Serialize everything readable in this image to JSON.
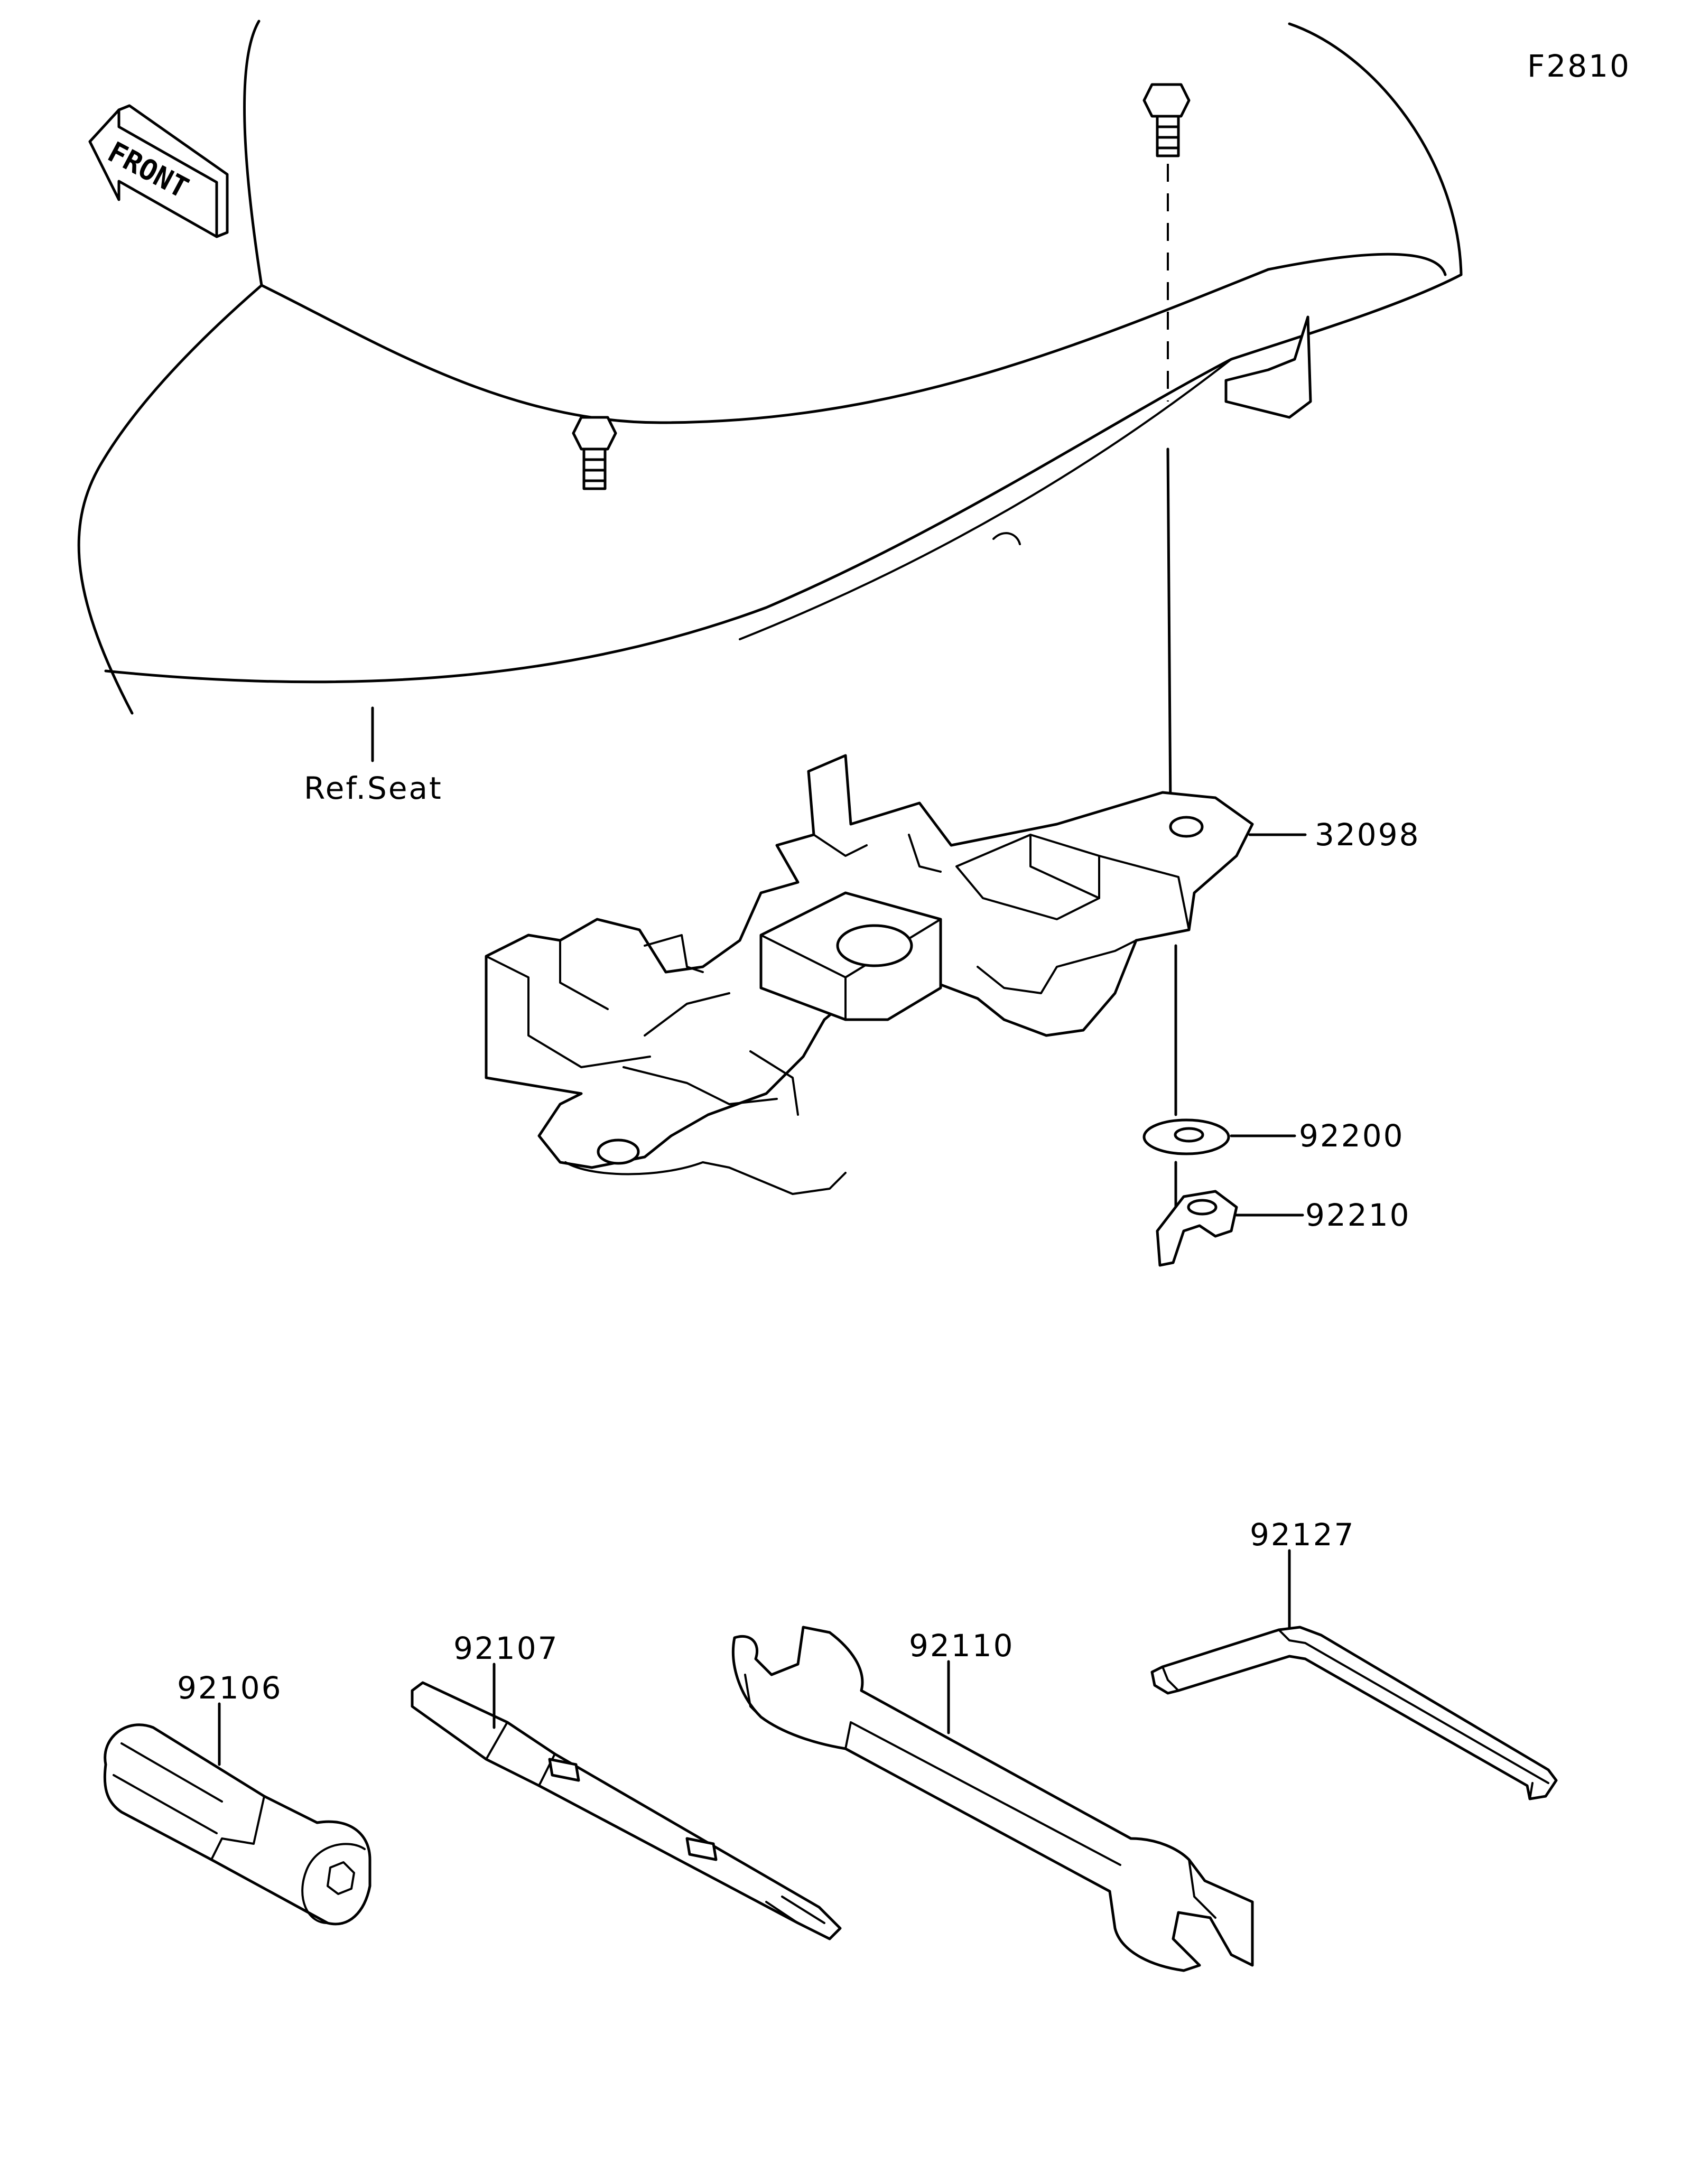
{
  "figure_code": "F2810",
  "front_label": "FRONT",
  "ref_label": "Ref.Seat",
  "parts": {
    "tray": "32098",
    "washer": "92200",
    "wing_nut": "92210",
    "key_handle": "92106",
    "screwdriver": "92107",
    "wrench": "92110",
    "hex_key": "92127"
  }
}
